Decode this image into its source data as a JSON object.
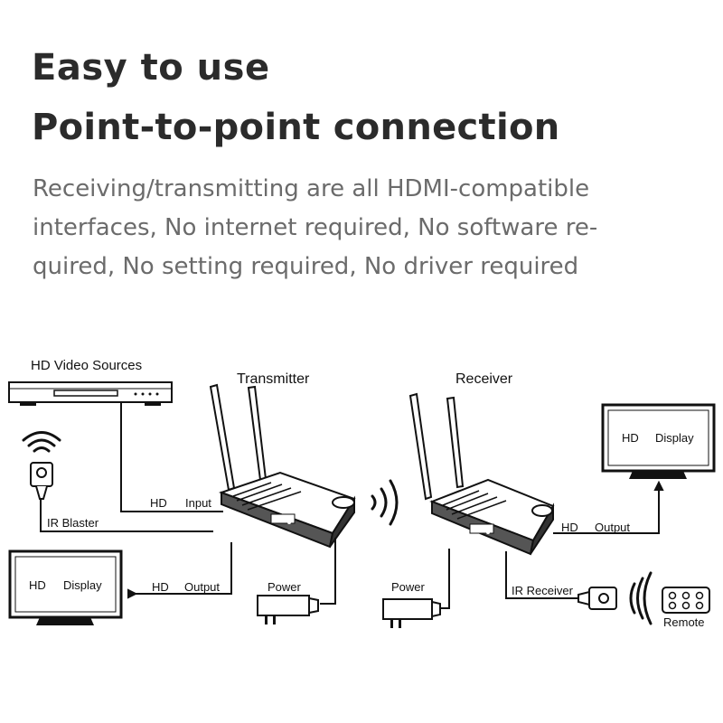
{
  "heading": {
    "line1": "Easy to use",
    "line2": "Point-to-point connection"
  },
  "description": {
    "lines": [
      "Receiving/transmitting are all HDMI-compatible",
      "interfaces, No internet required, No software re-",
      "quired, No setting required, No driver required"
    ]
  },
  "diagram": {
    "hd_video_sources": "HD Video Sources",
    "transmitter": "Transmitter",
    "receiver": "Receiver",
    "ir_blaster": "IR Blaster",
    "ir_receiver": "IR Receiver",
    "remote": "Remote",
    "tx_input": {
      "hd": "HD",
      "label": "Input"
    },
    "tx_output": {
      "hd": "HD",
      "label": "Output"
    },
    "rx_output": {
      "hd": "HD",
      "label": "Output"
    },
    "tx_power": "Power",
    "rx_power": "Power",
    "left_display": {
      "hd": "HD",
      "label": "Display"
    },
    "right_display": {
      "hd": "HD",
      "label": "Display"
    }
  }
}
